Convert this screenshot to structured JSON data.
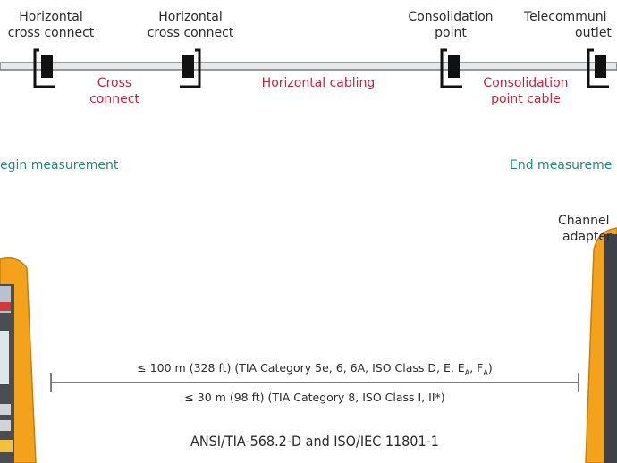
{
  "top_labels": {
    "horizontal_cross_connect_1": [
      "Horizontal",
      "cross connect"
    ],
    "horizontal_cross_connect_2": [
      "Horizontal",
      "cross connect"
    ],
    "consolidation_point": [
      "Consolidation",
      "point"
    ],
    "telecom_outlet": [
      "Telecommuni",
      "outlet"
    ]
  },
  "segment_labels": {
    "cross_connect": [
      "Cross",
      "connect"
    ],
    "horizontal_cabling": "Horizontal cabling",
    "consolidation_point_cable": [
      "Consolidation",
      "point cable"
    ]
  },
  "measurement": {
    "begin": "egin measurement",
    "end": "End measureme"
  },
  "channel_adapter": [
    "Channel",
    "adapter"
  ],
  "limits": {
    "line1": "≤ 100 m (328 ft) (TIA Category 5e, 6, 6A, ISO Class D, E, E",
    "line1_sub1": "A",
    "line1_mid": ", F",
    "line1_sub2": "A",
    "line1_end": ")",
    "line2": "≤ 30 m (98 ft) (TIA Category 8, ISO Class I, II*)"
  },
  "standard": "ANSI/TIA-568.2-D and ISO/IEC 11801-1",
  "colors": {
    "red_text": "#c8223c",
    "teal_text": "#1f8a78",
    "cable": "#8e9296",
    "tester_orange": "#f4a21a"
  }
}
